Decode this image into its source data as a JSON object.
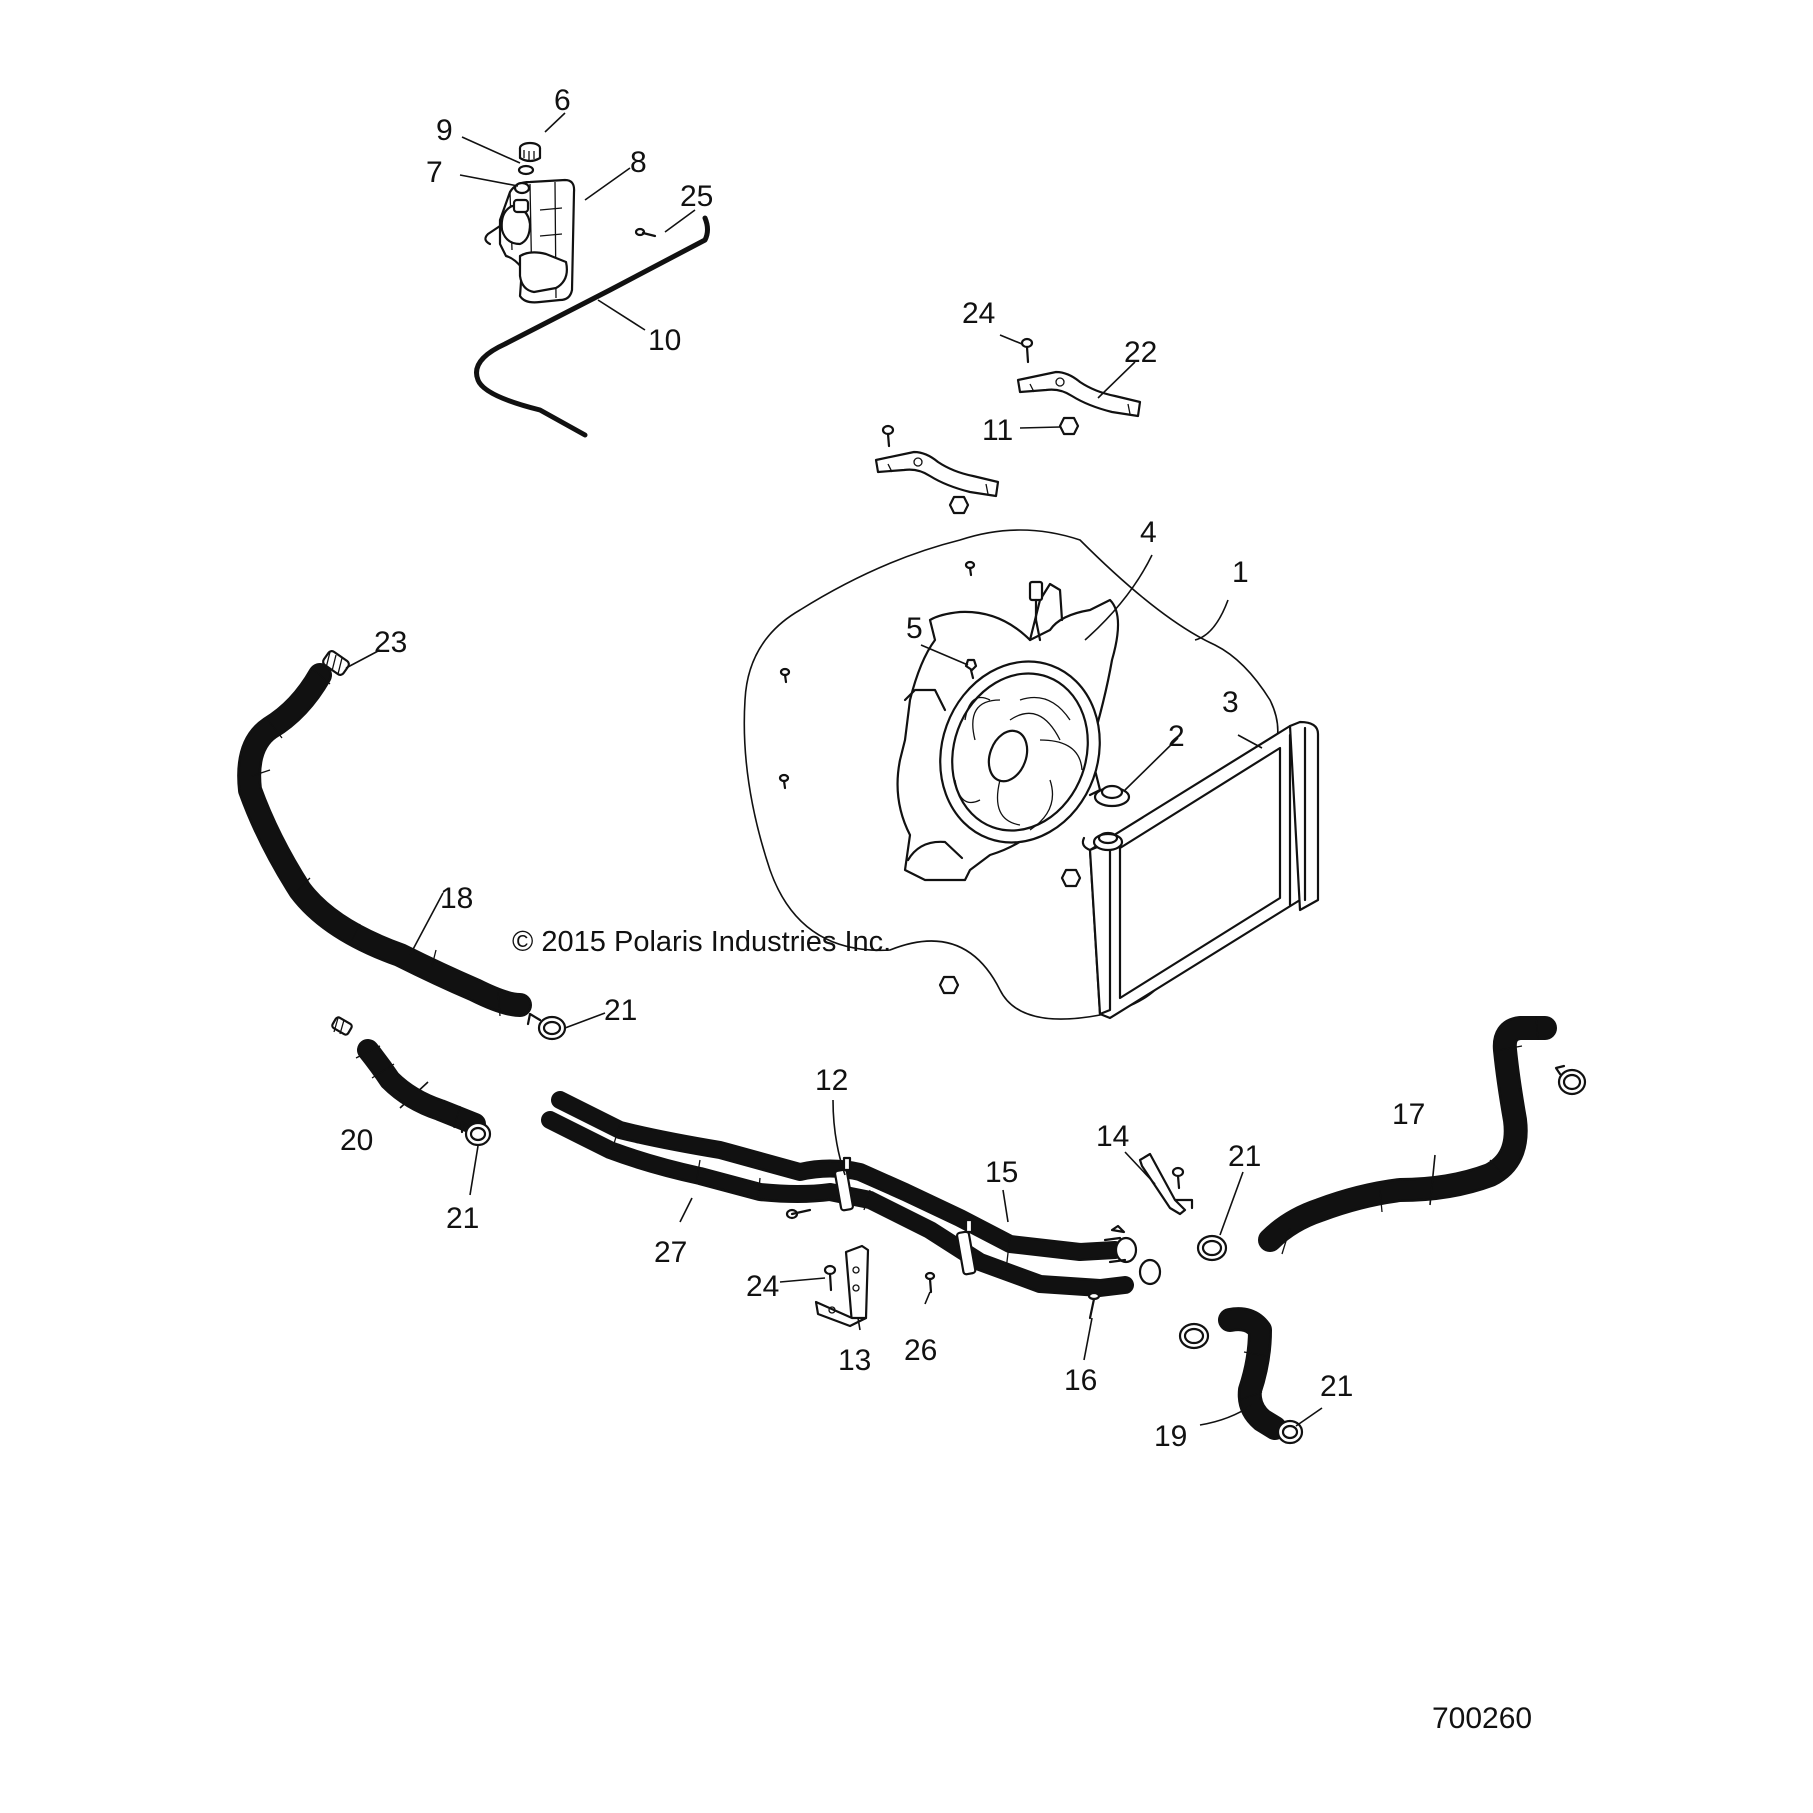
{
  "copyright": "© 2015 Polaris Industries Inc.",
  "figure_number": "700260",
  "callouts": [
    {
      "id": "c1",
      "label": "1"
    },
    {
      "id": "c2",
      "label": "2"
    },
    {
      "id": "c3",
      "label": "3"
    },
    {
      "id": "c4",
      "label": "4"
    },
    {
      "id": "c5",
      "label": "5"
    },
    {
      "id": "c6",
      "label": "6"
    },
    {
      "id": "c7",
      "label": "7"
    },
    {
      "id": "c8",
      "label": "8"
    },
    {
      "id": "c9",
      "label": "9"
    },
    {
      "id": "c10",
      "label": "10"
    },
    {
      "id": "c11",
      "label": "11"
    },
    {
      "id": "c12",
      "label": "12"
    },
    {
      "id": "c13",
      "label": "13"
    },
    {
      "id": "c14",
      "label": "14"
    },
    {
      "id": "c15",
      "label": "15"
    },
    {
      "id": "c16",
      "label": "16"
    },
    {
      "id": "c17",
      "label": "17"
    },
    {
      "id": "c18",
      "label": "18"
    },
    {
      "id": "c19",
      "label": "19"
    },
    {
      "id": "c20",
      "label": "20"
    },
    {
      "id": "c21a",
      "label": "21"
    },
    {
      "id": "c21b",
      "label": "21"
    },
    {
      "id": "c21c",
      "label": "21"
    },
    {
      "id": "c21d",
      "label": "21"
    },
    {
      "id": "c22",
      "label": "22"
    },
    {
      "id": "c23",
      "label": "23"
    },
    {
      "id": "c24a",
      "label": "24"
    },
    {
      "id": "c24b",
      "label": "24"
    },
    {
      "id": "c25",
      "label": "25"
    },
    {
      "id": "c26",
      "label": "26"
    },
    {
      "id": "c27",
      "label": "27"
    }
  ]
}
